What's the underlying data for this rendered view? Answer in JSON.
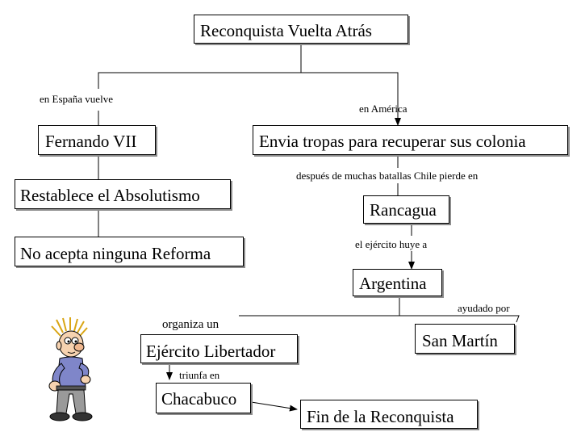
{
  "nodes": {
    "root": "Reconquista  Vuelta Atrás",
    "fernando": "Fernando VII",
    "tropas": "Envia tropas para recuperar sus colonia",
    "absolutismo": "Restablece el Absolutismo",
    "rancagua": "Rancagua",
    "reforma": "No acepta ninguna Reforma",
    "argentina": "Argentina",
    "sanmartin": "San Martín",
    "ejercito": "Ejército Libertador",
    "chacabuco": "Chacabuco",
    "fin": "Fin de la Reconquista"
  },
  "labels": {
    "espana": "en España vuelve",
    "america": "en América",
    "despues": "después de muchas batallas Chile pierde en",
    "huye": "el ejército huye a",
    "ayudado": "ayudado por",
    "organiza": "organiza un",
    "triunfa": "triunfa en"
  },
  "colors": {
    "border": "#000000",
    "shadow": "#8c8c8c",
    "line": "#000000"
  },
  "figure_icon": "cartoon-man-thinking"
}
